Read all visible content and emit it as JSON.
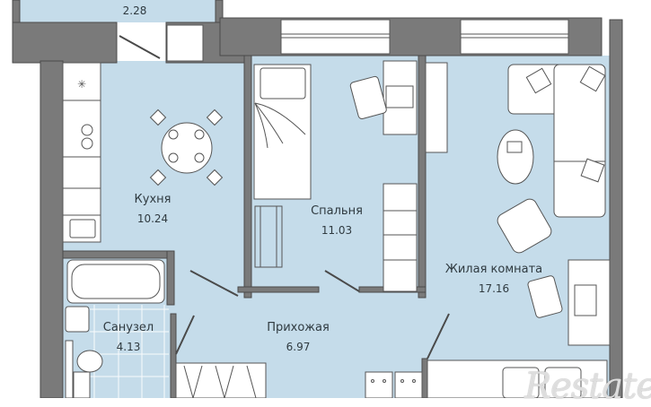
{
  "floor_plan": {
    "colors": {
      "room_fill": "#c5dcea",
      "wall": "#7a7a7a",
      "wall_dark": "#4a4a4a",
      "furniture": "#ffffff",
      "furniture_stroke": "#555555",
      "label_text": "#2f3a40"
    },
    "rooms": [
      {
        "id": "balcony",
        "name": "",
        "area": "2.28"
      },
      {
        "id": "kitchen",
        "name": "Кухня",
        "area": "10.24"
      },
      {
        "id": "bedroom",
        "name": "Спальня",
        "area": "11.03"
      },
      {
        "id": "living",
        "name": "Жилая комната",
        "area": "17.16"
      },
      {
        "id": "bathroom",
        "name": "Санузел",
        "area": "4.13"
      },
      {
        "id": "hallway",
        "name": "Прихожая",
        "area": "6.97"
      }
    ],
    "watermark": "Restate"
  }
}
